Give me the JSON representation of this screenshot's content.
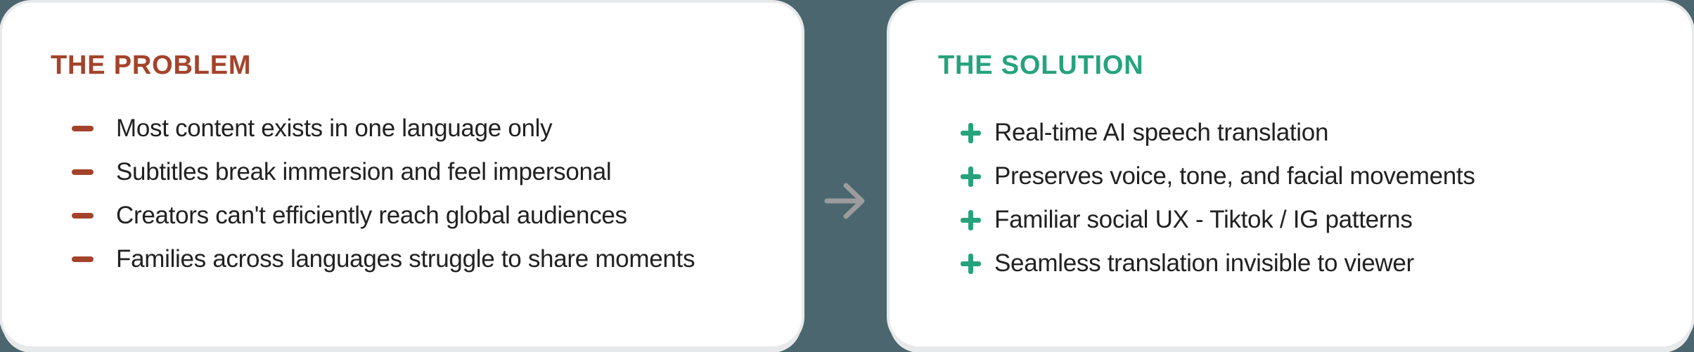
{
  "colors": {
    "background": "#4B666E",
    "card_background": "#FFFFFF",
    "card_edge": "#E8E9EA",
    "problem_accent": "#A4432B",
    "solution_accent": "#26A37D",
    "body_text": "#212121",
    "arrow": "#9C9C9C"
  },
  "problem_card": {
    "title": "THE PROBLEM",
    "items": [
      "Most content exists in one language only",
      "Subtitles break immersion and feel impersonal",
      "Creators can't efficiently reach global audiences",
      "Families across languages struggle to share moments"
    ]
  },
  "solution_card": {
    "title": "THE SOLUTION",
    "items": [
      "Real-time AI speech translation",
      "Preserves voice, tone, and facial movements",
      "Familiar social UX - Tiktok / IG patterns",
      "Seamless translation invisible to viewer"
    ]
  }
}
